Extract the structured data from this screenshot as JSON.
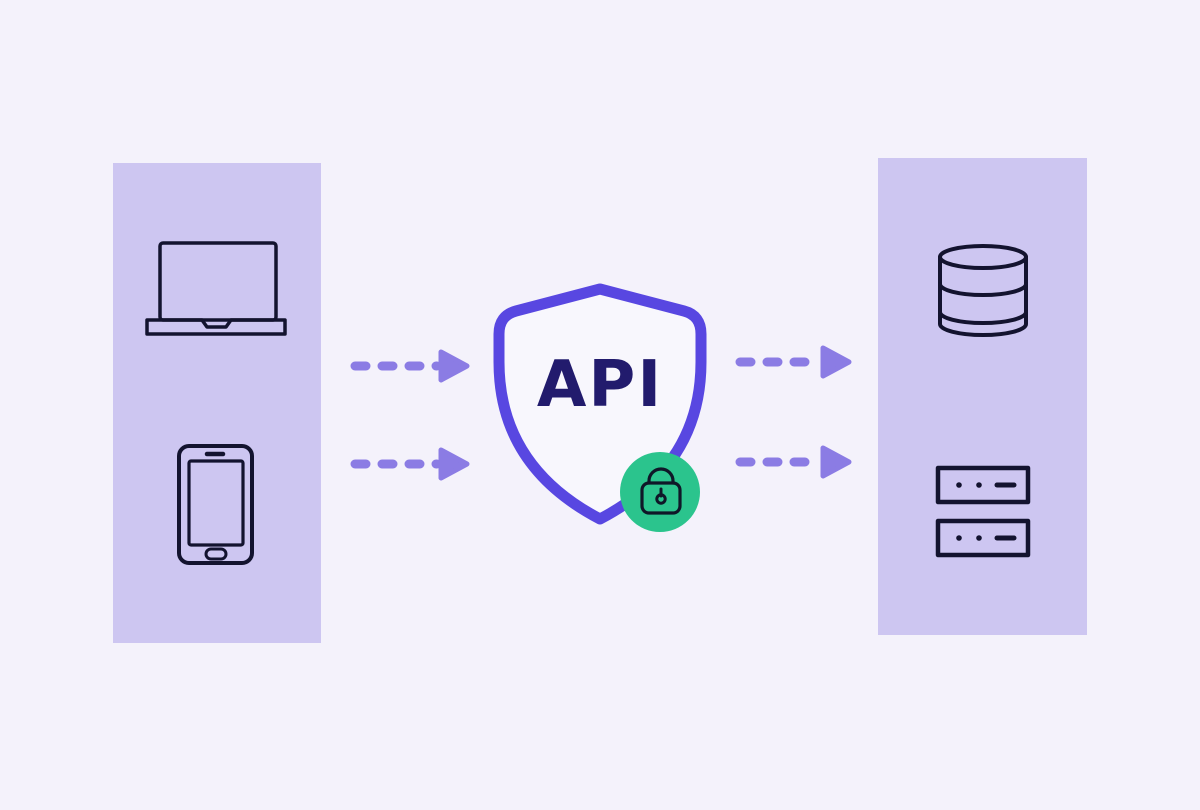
{
  "colors": {
    "background": "#f4f2fb",
    "panel": "#cdc6f1",
    "icon_stroke": "#13132f",
    "arrow": "#8b7ce4",
    "shield_stroke": "#5847e1",
    "shield_fill": "#f8f7fd",
    "api_text": "#221b6d",
    "lock_badge_fill": "#2bc48d",
    "lock_stroke": "#0f1728"
  },
  "shield": {
    "label": "API"
  },
  "left_panel": {
    "icons": [
      "laptop-icon",
      "smartphone-icon"
    ]
  },
  "right_panel": {
    "icons": [
      "database-icon",
      "server-icon",
      "server-icon"
    ]
  },
  "arrows": {
    "style": "dashed",
    "left_count": 2,
    "right_count": 2
  }
}
